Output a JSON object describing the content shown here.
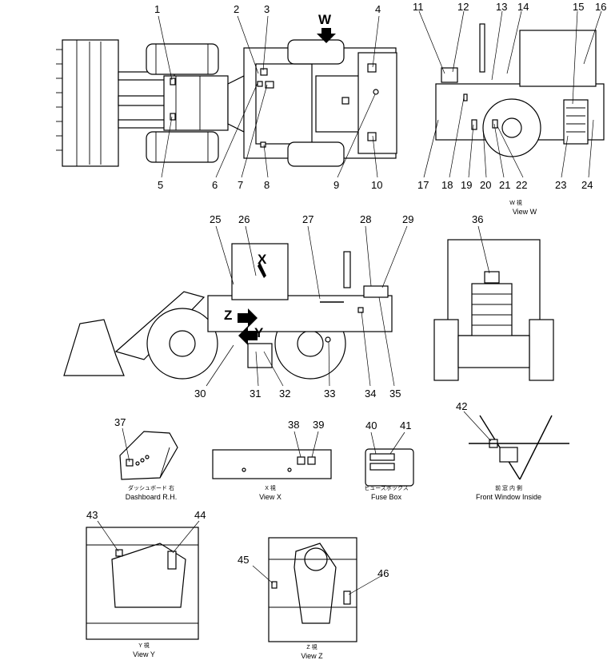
{
  "numbers": [
    "1",
    "2",
    "3",
    "4",
    "5",
    "6",
    "7",
    "8",
    "9",
    "10",
    "11",
    "12",
    "13",
    "14",
    "15",
    "16",
    "17",
    "18",
    "19",
    "20",
    "21",
    "22",
    "23",
    "24",
    "25",
    "26",
    "27",
    "28",
    "29",
    "30",
    "31",
    "32",
    "33",
    "34",
    "35",
    "36",
    "37",
    "38",
    "39",
    "40",
    "41",
    "42",
    "43",
    "44",
    "45",
    "46"
  ],
  "arrow_labels": {
    "w": "W",
    "x": "X",
    "y": "Y",
    "z": "Z"
  },
  "views": {
    "view_w": {
      "jp": "W 視",
      "en": "View W"
    },
    "dashboard": {
      "jp": "ダッシュボード 右",
      "en": "Dashboard R.H."
    },
    "view_x": {
      "jp": "X 視",
      "en": "View X"
    },
    "fuse_box": {
      "jp": "ヒューズボックス",
      "en": "Fuse Box"
    },
    "front_window": {
      "jp": "前 窓 内 側",
      "en": "Front Window Inside"
    },
    "view_y": {
      "jp": "Y 視",
      "en": "View Y"
    },
    "view_z": {
      "jp": "Z 視",
      "en": "View Z"
    }
  }
}
